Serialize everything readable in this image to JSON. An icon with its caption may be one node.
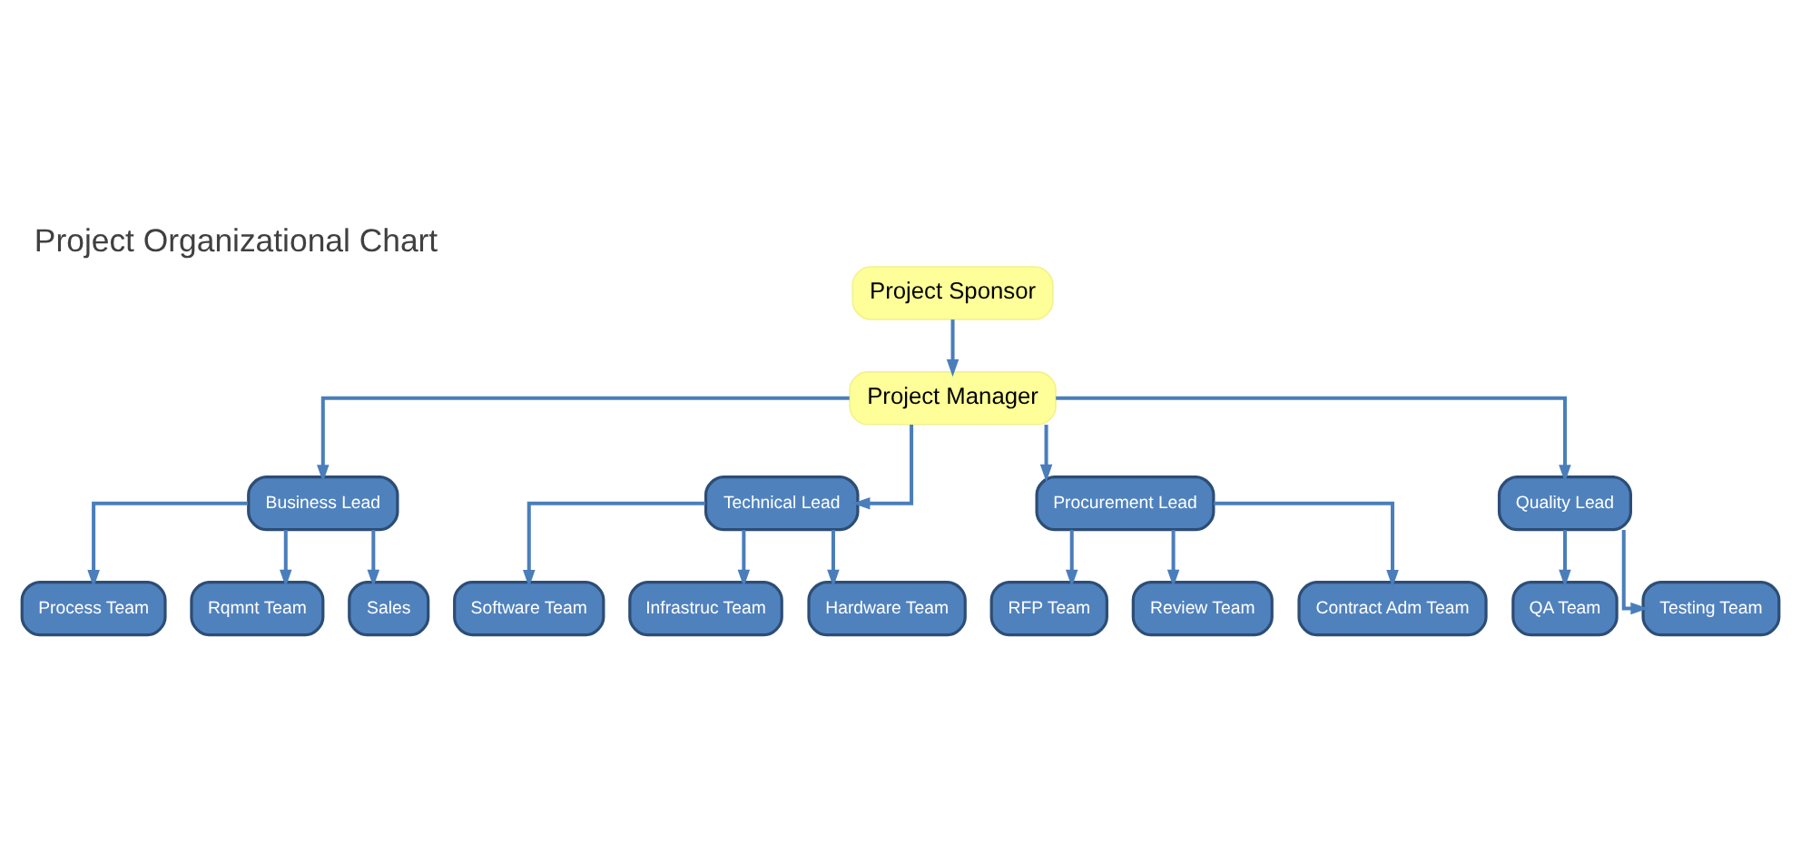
{
  "diagram": {
    "title": "Project Organizational Chart",
    "nodes": [
      {
        "text": [
          "Project Sponsor"
        ]
      },
      {
        "text": [
          "Project Manager"
        ]
      },
      {
        "text": [
          "Business Lead"
        ]
      },
      {
        "text": [
          "Technical Lead"
        ]
      },
      {
        "text": [
          "Procurement Lead"
        ]
      },
      {
        "text": [
          "Quality Lead"
        ]
      },
      {
        "text": [
          "Process Team"
        ]
      },
      {
        "text": [
          "Rqmnt Team"
        ]
      },
      {
        "text": [
          "Sales"
        ]
      },
      {
        "text": [
          "Software Team"
        ]
      },
      {
        "text": [
          "Infrastruc Team"
        ]
      },
      {
        "text": [
          "Hardware Team"
        ]
      },
      {
        "text": [
          "RFP Team"
        ]
      },
      {
        "text": [
          "Review Team"
        ]
      },
      {
        "text": [
          "Contract Adm Team"
        ]
      },
      {
        "text": [
          "QA Team"
        ]
      },
      {
        "text": [
          "Testing Team"
        ]
      }
    ],
    "edges": [
      {
        "from": 0,
        "to": 1,
        "arrow": "to"
      },
      {
        "from": 1,
        "to": 2,
        "arrow": "to"
      },
      {
        "from": 1,
        "to": 3,
        "arrow": "to"
      },
      {
        "from": 1,
        "to": 4,
        "arrow": "to"
      },
      {
        "from": 1,
        "to": 5,
        "arrow": "to"
      },
      {
        "from": 2,
        "to": 6,
        "arrow": "to"
      },
      {
        "from": 2,
        "to": 7,
        "arrow": "to"
      },
      {
        "from": 2,
        "to": 8,
        "arrow": "to"
      },
      {
        "from": 3,
        "to": 9,
        "arrow": "to"
      },
      {
        "from": 3,
        "to": 10,
        "arrow": "to"
      },
      {
        "from": 3,
        "to": 11,
        "arrow": "to"
      },
      {
        "from": 4,
        "to": 12,
        "arrow": "to"
      },
      {
        "from": 4,
        "to": 13,
        "arrow": "to"
      },
      {
        "from": 4,
        "to": 14,
        "arrow": "to"
      },
      {
        "from": 5,
        "to": 15,
        "arrow": "to"
      },
      {
        "from": 5,
        "to": 16,
        "arrow": "to"
      }
    ]
  }
}
